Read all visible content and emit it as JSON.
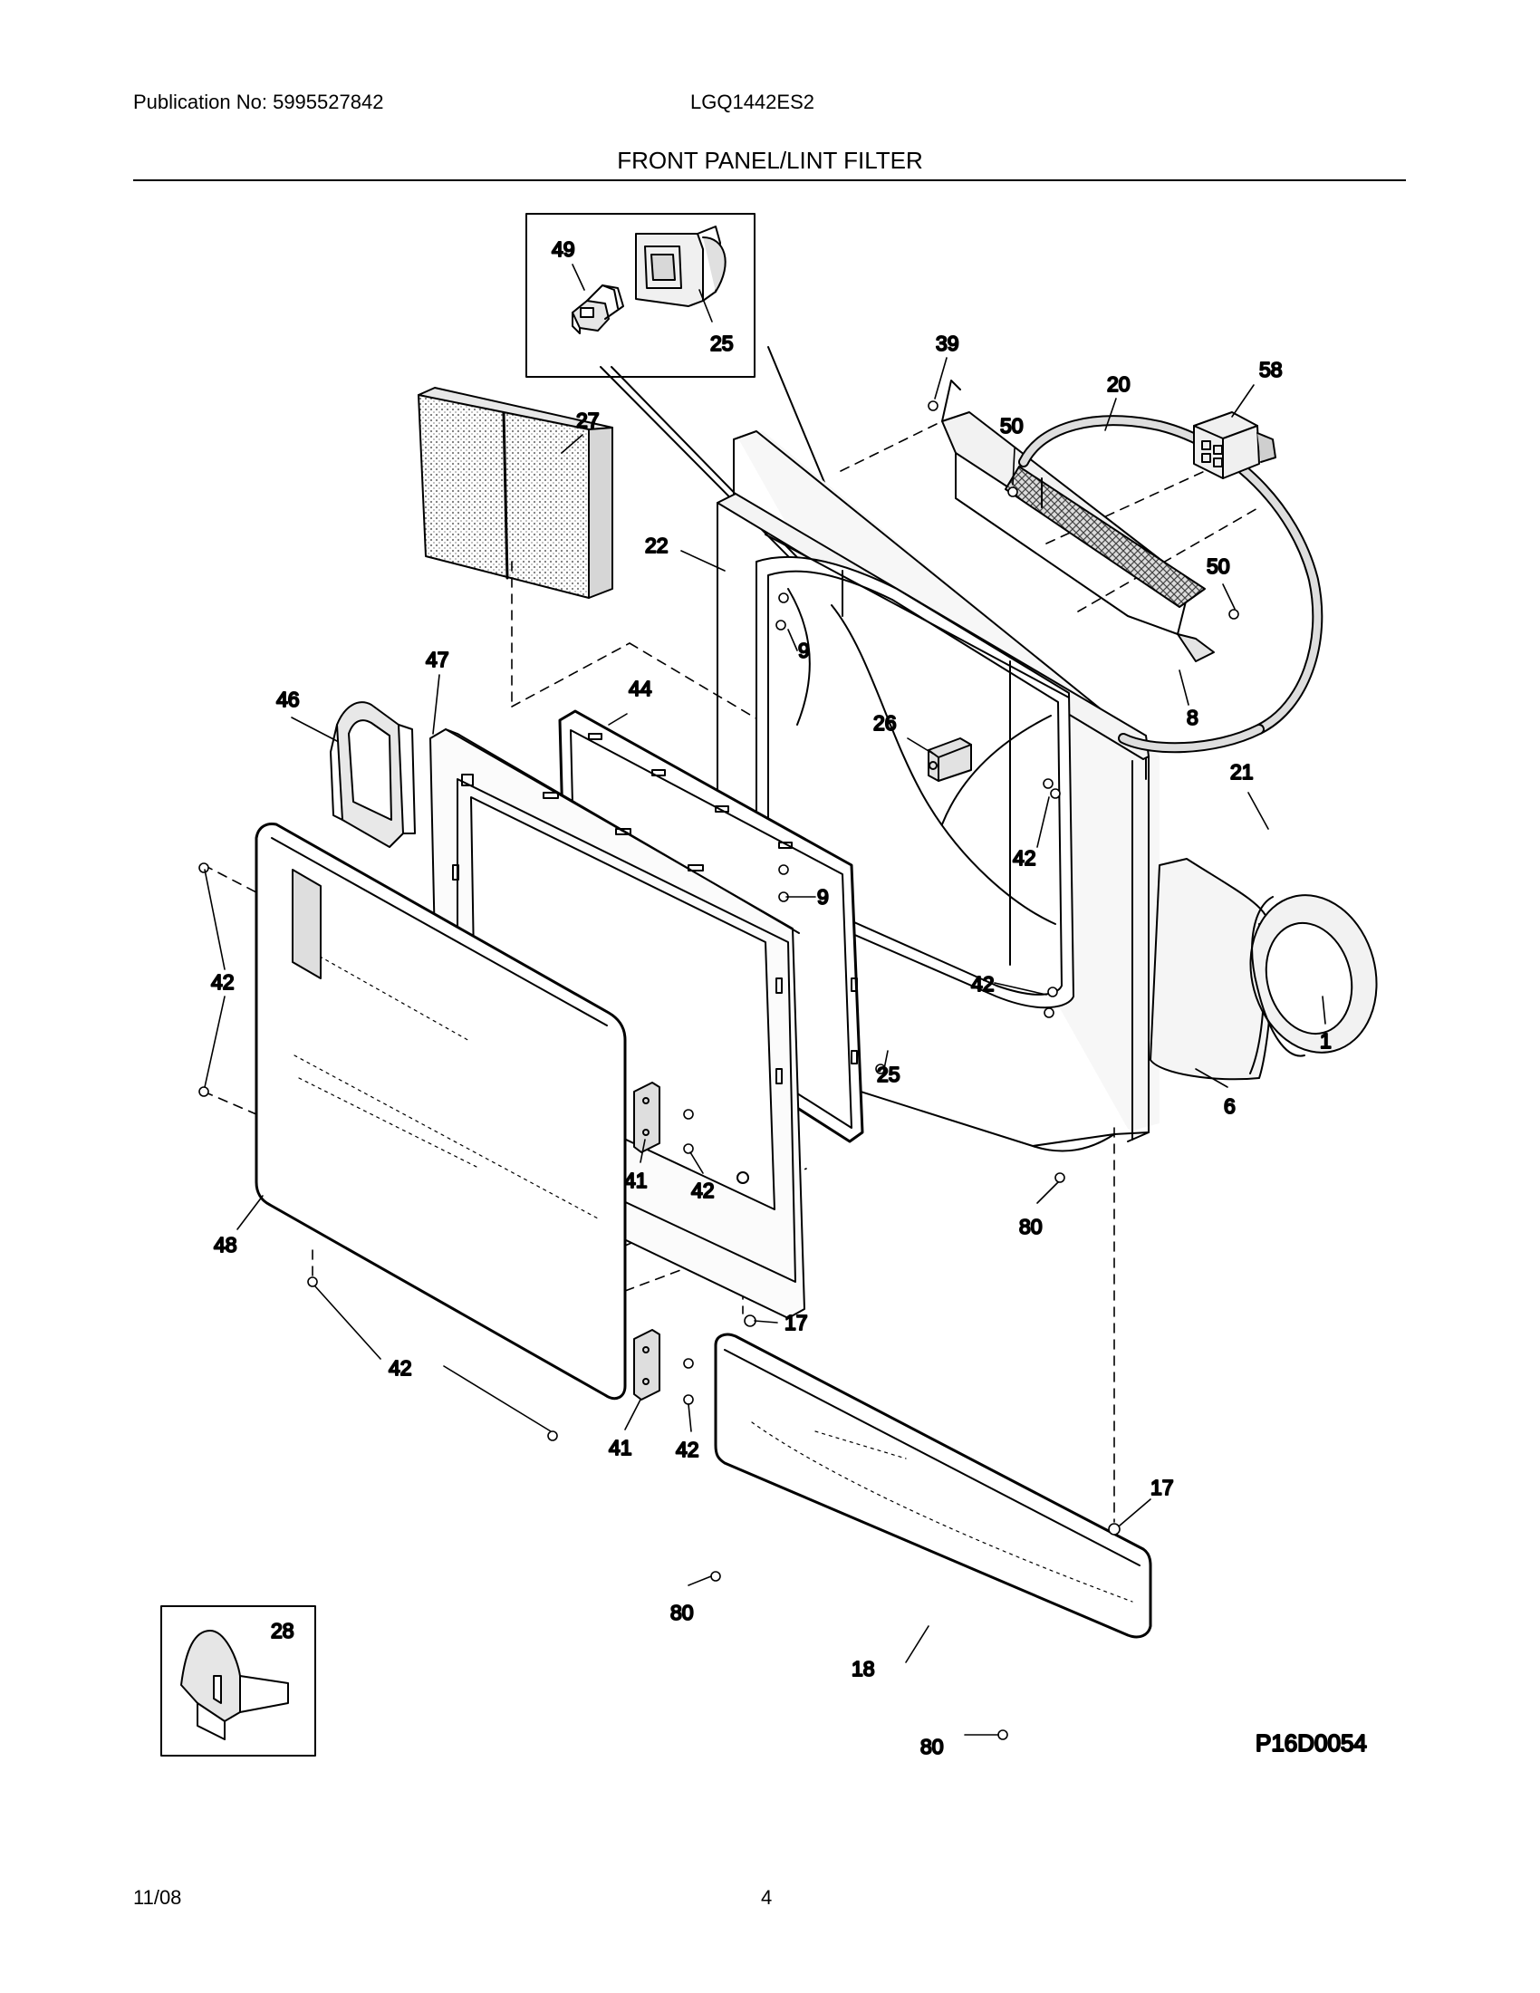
{
  "header": {
    "publication": "Publication No: 5995527842",
    "model": "LGQ1442ES2",
    "section_title": "FRONT PANEL/LINT FILTER"
  },
  "diagram": {
    "code": "P16D0054",
    "callouts": [
      {
        "id": "c49",
        "text": "49"
      },
      {
        "id": "c25a",
        "text": "25"
      },
      {
        "id": "c39",
        "text": "39"
      },
      {
        "id": "c20",
        "text": "20"
      },
      {
        "id": "c58",
        "text": "58"
      },
      {
        "id": "c27",
        "text": "27"
      },
      {
        "id": "c50a",
        "text": "50"
      },
      {
        "id": "c22",
        "text": "22"
      },
      {
        "id": "c50b",
        "text": "50"
      },
      {
        "id": "c9a",
        "text": "9"
      },
      {
        "id": "c47",
        "text": "47"
      },
      {
        "id": "c44",
        "text": "44"
      },
      {
        "id": "c8",
        "text": "8"
      },
      {
        "id": "c46",
        "text": "46"
      },
      {
        "id": "c26",
        "text": "26"
      },
      {
        "id": "c21",
        "text": "21"
      },
      {
        "id": "c42a",
        "text": "42"
      },
      {
        "id": "c9b",
        "text": "9"
      },
      {
        "id": "c42b",
        "text": "42"
      },
      {
        "id": "c1",
        "text": "1"
      },
      {
        "id": "c42c",
        "text": "42"
      },
      {
        "id": "c25b",
        "text": "25"
      },
      {
        "id": "c6",
        "text": "6"
      },
      {
        "id": "c41a",
        "text": "41"
      },
      {
        "id": "c42d",
        "text": "42"
      },
      {
        "id": "c48",
        "text": "48"
      },
      {
        "id": "c80a",
        "text": "80"
      },
      {
        "id": "c17a",
        "text": "17"
      },
      {
        "id": "c42e",
        "text": "42"
      },
      {
        "id": "c41b",
        "text": "41"
      },
      {
        "id": "c42f",
        "text": "42"
      },
      {
        "id": "c17b",
        "text": "17"
      },
      {
        "id": "c28",
        "text": "28"
      },
      {
        "id": "c80b",
        "text": "80"
      },
      {
        "id": "c18",
        "text": "18"
      },
      {
        "id": "c80c",
        "text": "80"
      }
    ]
  },
  "footer": {
    "date": "11/08",
    "page": "4"
  }
}
